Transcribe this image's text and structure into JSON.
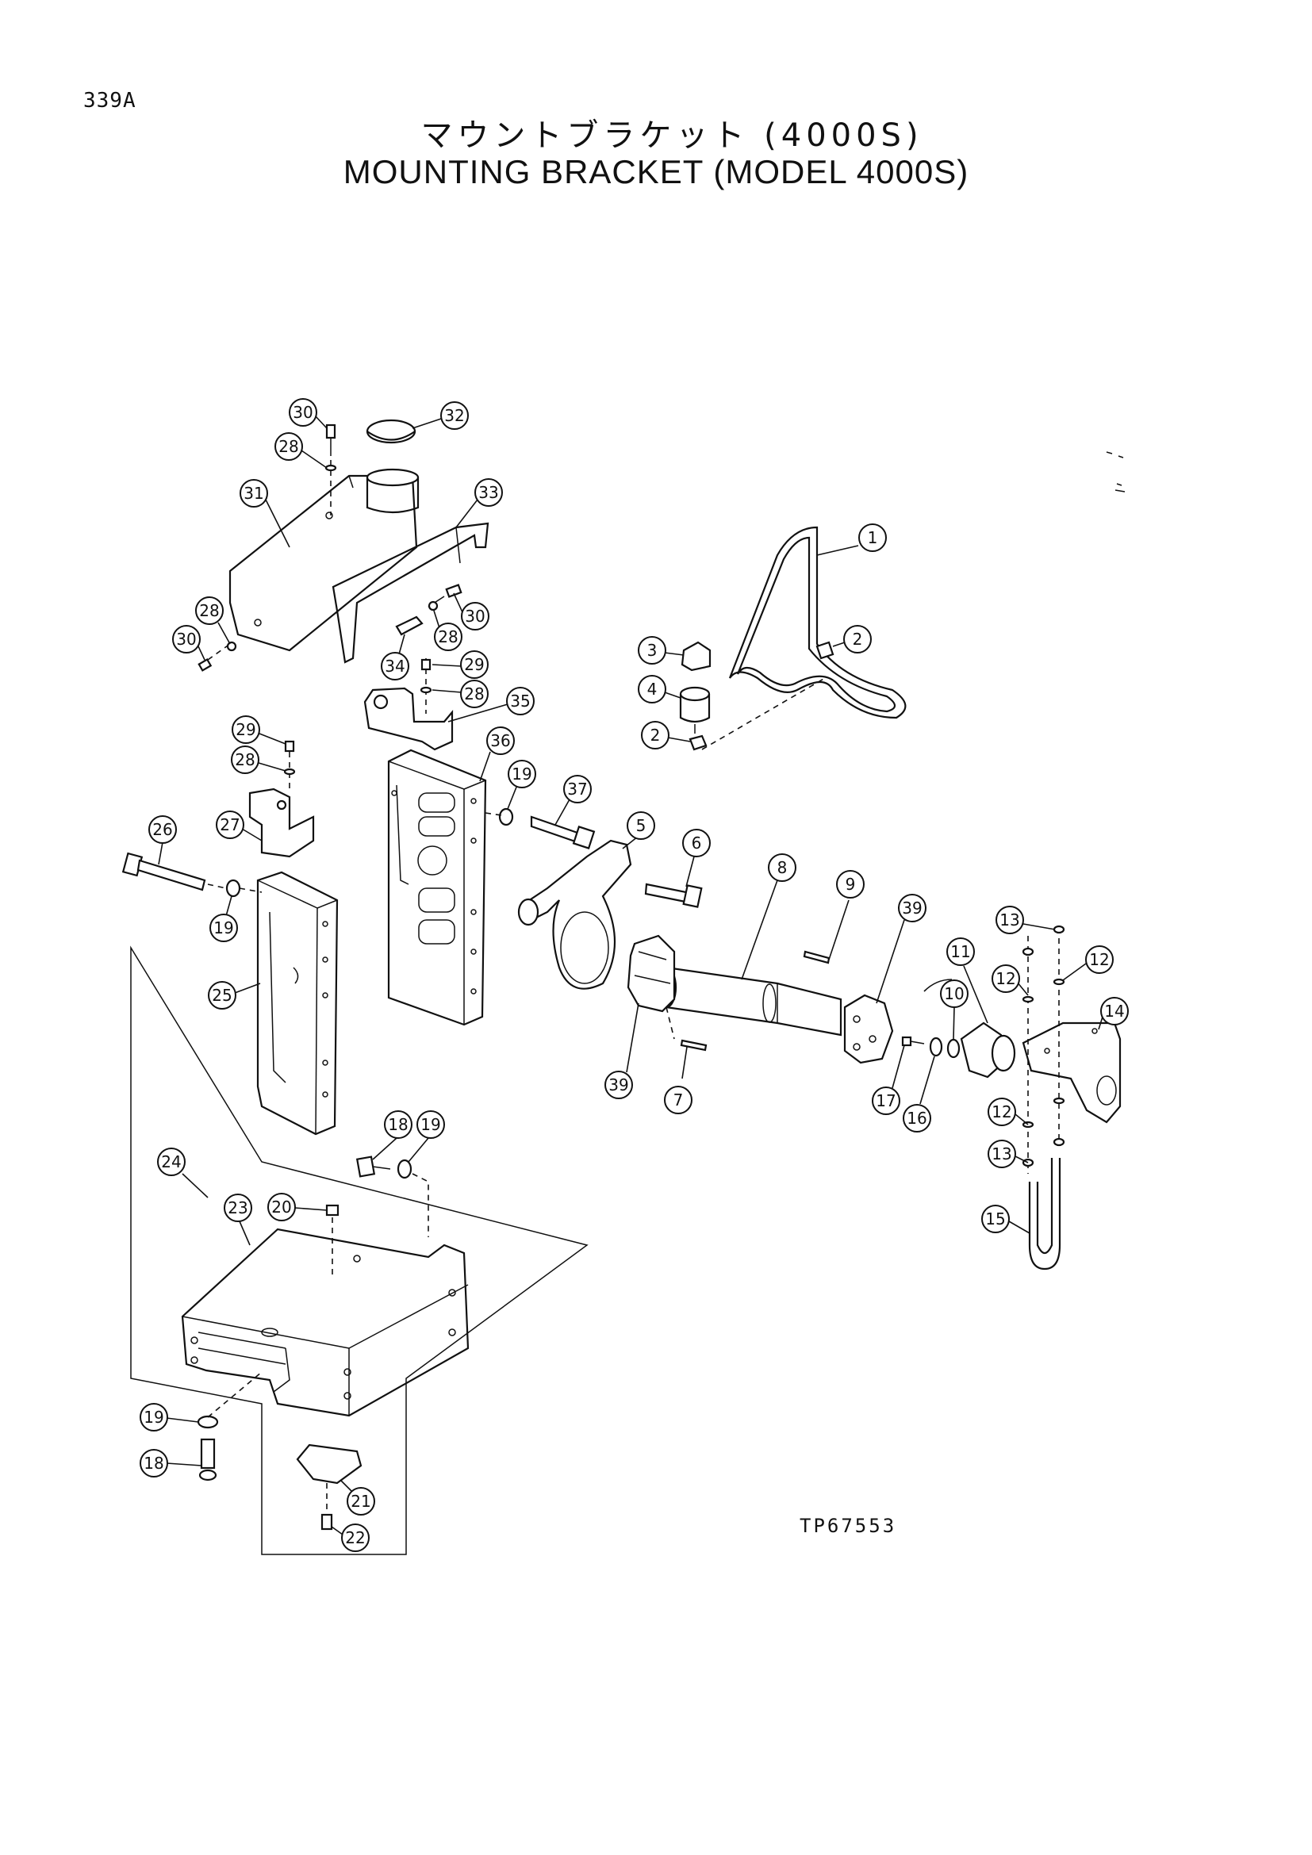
{
  "page_number": "339A",
  "title_jp": "マウントブラケット (4000S)",
  "title_en": "MOUNTING BRACKET (MODEL 4000S)",
  "drawing_ref": "TP67553",
  "callouts": [
    {
      "num": "30"
    },
    {
      "num": "32"
    },
    {
      "num": "28"
    },
    {
      "num": "31"
    },
    {
      "num": "33"
    },
    {
      "num": "28"
    },
    {
      "num": "30"
    },
    {
      "num": "30"
    },
    {
      "num": "28"
    },
    {
      "num": "34"
    },
    {
      "num": "29"
    },
    {
      "num": "28"
    },
    {
      "num": "35"
    },
    {
      "num": "29"
    },
    {
      "num": "28"
    },
    {
      "num": "36"
    },
    {
      "num": "19"
    },
    {
      "num": "37"
    },
    {
      "num": "27"
    },
    {
      "num": "26"
    },
    {
      "num": "19"
    },
    {
      "num": "25"
    },
    {
      "num": "5"
    },
    {
      "num": "6"
    },
    {
      "num": "8"
    },
    {
      "num": "9"
    },
    {
      "num": "39"
    },
    {
      "num": "39"
    },
    {
      "num": "7"
    },
    {
      "num": "1"
    },
    {
      "num": "2"
    },
    {
      "num": "3"
    },
    {
      "num": "4"
    },
    {
      "num": "2"
    },
    {
      "num": "13"
    },
    {
      "num": "12"
    },
    {
      "num": "12"
    },
    {
      "num": "11"
    },
    {
      "num": "10"
    },
    {
      "num": "14"
    },
    {
      "num": "17"
    },
    {
      "num": "16"
    },
    {
      "num": "12"
    },
    {
      "num": "13"
    },
    {
      "num": "15"
    },
    {
      "num": "18"
    },
    {
      "num": "19"
    },
    {
      "num": "24"
    },
    {
      "num": "23"
    },
    {
      "num": "20"
    },
    {
      "num": "19"
    },
    {
      "num": "18"
    },
    {
      "num": "21"
    },
    {
      "num": "22"
    }
  ]
}
